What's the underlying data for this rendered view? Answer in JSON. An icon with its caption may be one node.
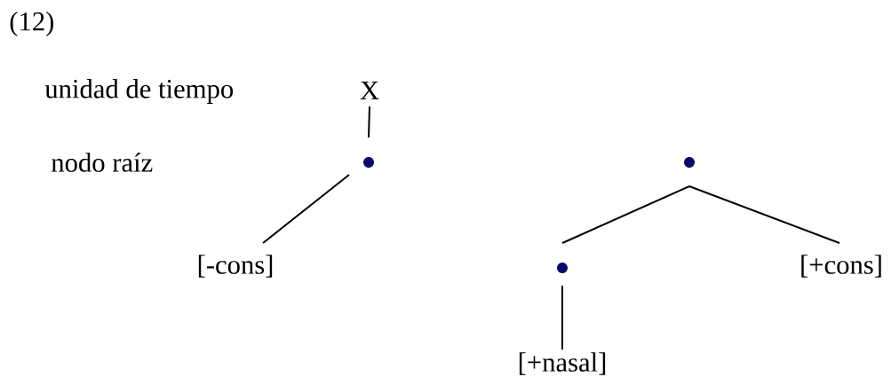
{
  "diagram": {
    "nodes": [
      {
        "text": [
          "X"
        ]
      },
      {
        "text": [],
        "shape": "circle"
      },
      {
        "text": [
          "[-cons]"
        ]
      },
      {
        "text": [],
        "shape": "circle"
      },
      {
        "text": [],
        "shape": "circle"
      },
      {
        "text": [
          "[+cons]"
        ]
      },
      {
        "text": [
          "[+nasal]"
        ]
      }
    ],
    "edges": [
      {
        "from": 0,
        "to": 1,
        "arrow": "none"
      },
      {
        "from": 1,
        "to": 2,
        "arrow": "none"
      },
      {
        "from": 3,
        "to": 4,
        "arrow": "none"
      },
      {
        "from": 3,
        "to": 5,
        "arrow": "none"
      },
      {
        "from": 4,
        "to": 6,
        "arrow": "none"
      }
    ],
    "labels": [
      "(12)",
      "unidad de tiempo",
      "nodo raíz"
    ]
  }
}
